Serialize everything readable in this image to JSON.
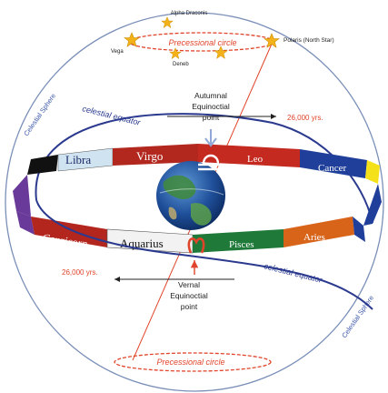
{
  "stars": {
    "alpha_draconis": "Alpha Draconis",
    "vega": "Vega",
    "deneb": "Deneb",
    "polaris": "Polaris (North Star)"
  },
  "precessional_circle_top": "Precessional circle",
  "precessional_circle_bottom": "Precessional circle",
  "celestial_sphere_left": "Celestial Sphere",
  "celestial_sphere_right": "Celestial Sphere",
  "celestial_equator_top": "celestial equator",
  "celestial_equator_bottom": "celestial equator",
  "autumnal": {
    "line1": "Autumnal",
    "line2": "Equinoctial",
    "line3": "point",
    "years": "26,000 yrs."
  },
  "vernal": {
    "line1": "Vernal",
    "line2": "Equinoctial",
    "line3": "point",
    "years": "26,000 yrs."
  },
  "zodiac": {
    "libra": "Libra",
    "virgo": "Virgo",
    "leo": "Leo",
    "cancer": "Cancer",
    "capricorn": "Capricorn",
    "aquarius": "Aquarius",
    "pisces": "Pisces",
    "aries": "Aries"
  },
  "colors": {
    "sphere_outline": "#7a8fb8",
    "equator": "#2b3a8f",
    "precession": "#e0442a",
    "star": "#f3b21a",
    "libra_band": "#cfe3f0",
    "virgo_band": "#b2281f",
    "leo_band": "#c42a20",
    "cancer_band": "#1f3f9a",
    "capricorn_band": "#b3261e",
    "aquarius_band": "#f2f2f2",
    "pisces_band": "#1f7a3a",
    "aries_band": "#d8641a"
  },
  "icons": [
    "star-icon",
    "earth-globe-icon",
    "libra-symbol-icon",
    "aries-symbol-icon",
    "arrow-icon"
  ]
}
